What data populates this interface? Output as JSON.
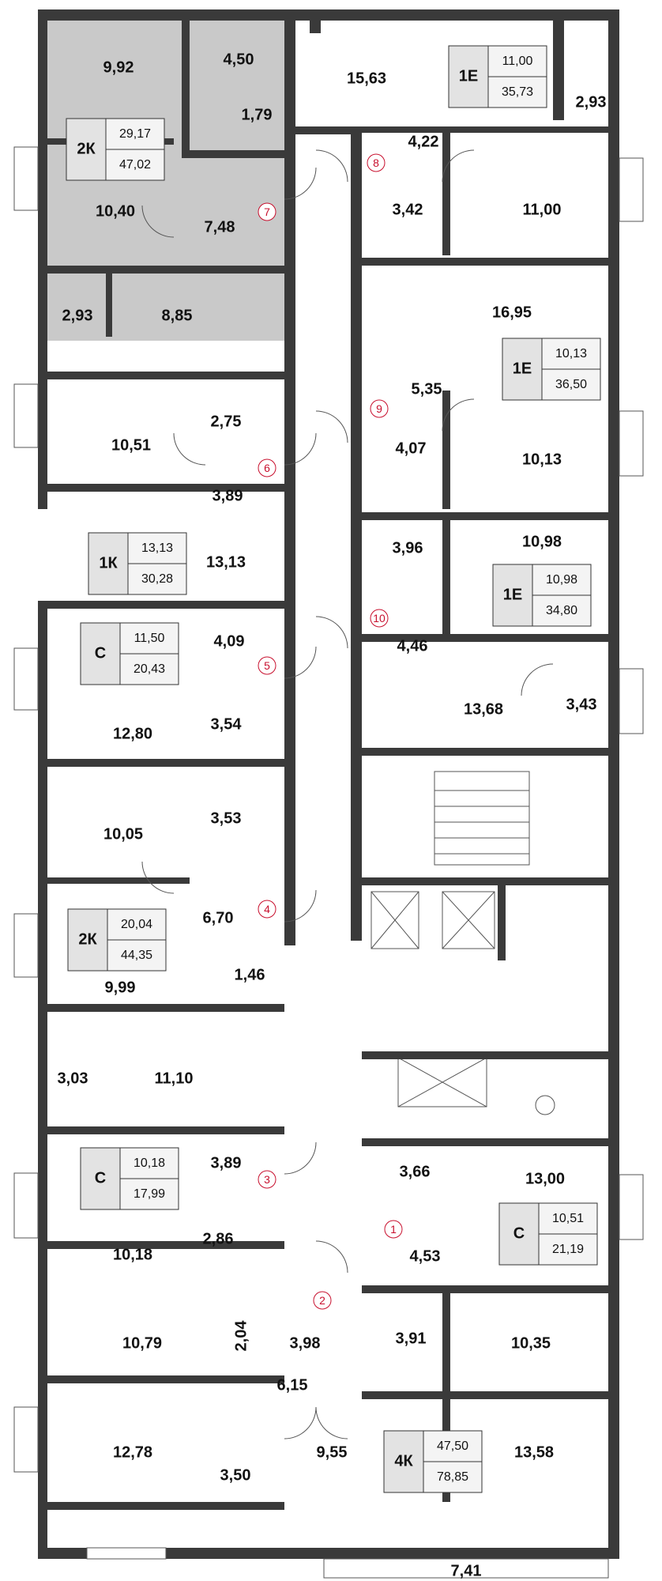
{
  "colors": {
    "wall": "#3a3a3a",
    "highlight": "#c9c9c9",
    "badge_left": "#e3e3e3",
    "badge_right": "#f4f4f4",
    "apt_number": "#c8102e"
  },
  "apartments": [
    {
      "num": "1"
    },
    {
      "num": "2"
    },
    {
      "num": "3"
    },
    {
      "num": "4"
    },
    {
      "num": "5"
    },
    {
      "num": "6"
    },
    {
      "num": "7"
    },
    {
      "num": "8"
    },
    {
      "num": "9"
    },
    {
      "num": "10"
    }
  ],
  "badges": [
    {
      "type": "2К",
      "top": "29,17",
      "bottom": "47,02"
    },
    {
      "type": "1Е",
      "top": "11,00",
      "bottom": "35,73"
    },
    {
      "type": "1Е",
      "top": "10,13",
      "bottom": "36,50"
    },
    {
      "type": "1К",
      "top": "13,13",
      "bottom": "30,28"
    },
    {
      "type": "1Е",
      "top": "10,98",
      "bottom": "34,80"
    },
    {
      "type": "С",
      "top": "11,50",
      "bottom": "20,43"
    },
    {
      "type": "2К",
      "top": "20,04",
      "bottom": "44,35"
    },
    {
      "type": "С",
      "top": "10,18",
      "bottom": "17,99"
    },
    {
      "type": "С",
      "top": "10,51",
      "bottom": "21,19"
    },
    {
      "type": "4К",
      "top": "47,50",
      "bottom": "78,85"
    }
  ],
  "rooms": [
    "9,92",
    "4,50",
    "15,63",
    "2,93",
    "1,79",
    "4,22",
    "10,40",
    "7,48",
    "3,42",
    "11,00",
    "2,93",
    "8,85",
    "16,95",
    "10,51",
    "2,75",
    "5,35",
    "4,07",
    "10,13",
    "3,89",
    "13,13",
    "10,98",
    "3,96",
    "4,09",
    "4,46",
    "12,80",
    "3,54",
    "13,68",
    "3,43",
    "10,05",
    "3,53",
    "6,70",
    "9,99",
    "1,46",
    "3,03",
    "11,10",
    "3,89",
    "3,66",
    "13,00",
    "2,86",
    "10,18",
    "4,53",
    "10,79",
    "2,04",
    "3,98",
    "3,91",
    "10,35",
    "6,15",
    "12,78",
    "3,50",
    "9,55",
    "13,58",
    "7,41"
  ]
}
